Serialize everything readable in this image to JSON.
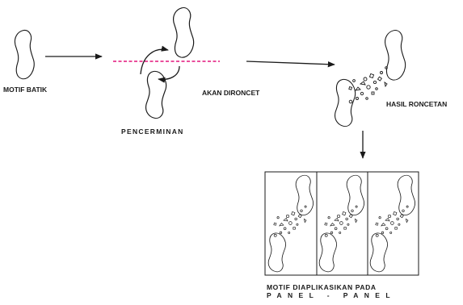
{
  "labels": {
    "motif_batik": "MOTIF BATIK",
    "pencerminan": "PENCERMINAN",
    "akan_dironcet": "AKAN DIRONCET",
    "hasil_roncetan": "HASIL RONCETAN",
    "motif_diaplikasikan_line1": "MOTIF DIAPLIKASIKAN PADA",
    "motif_diaplikasikan_line2": "PANEL - PANEL"
  },
  "colors": {
    "ink": "#1a1a1a",
    "mirror_line": "#e8368f"
  },
  "panels": {
    "count": 3
  }
}
